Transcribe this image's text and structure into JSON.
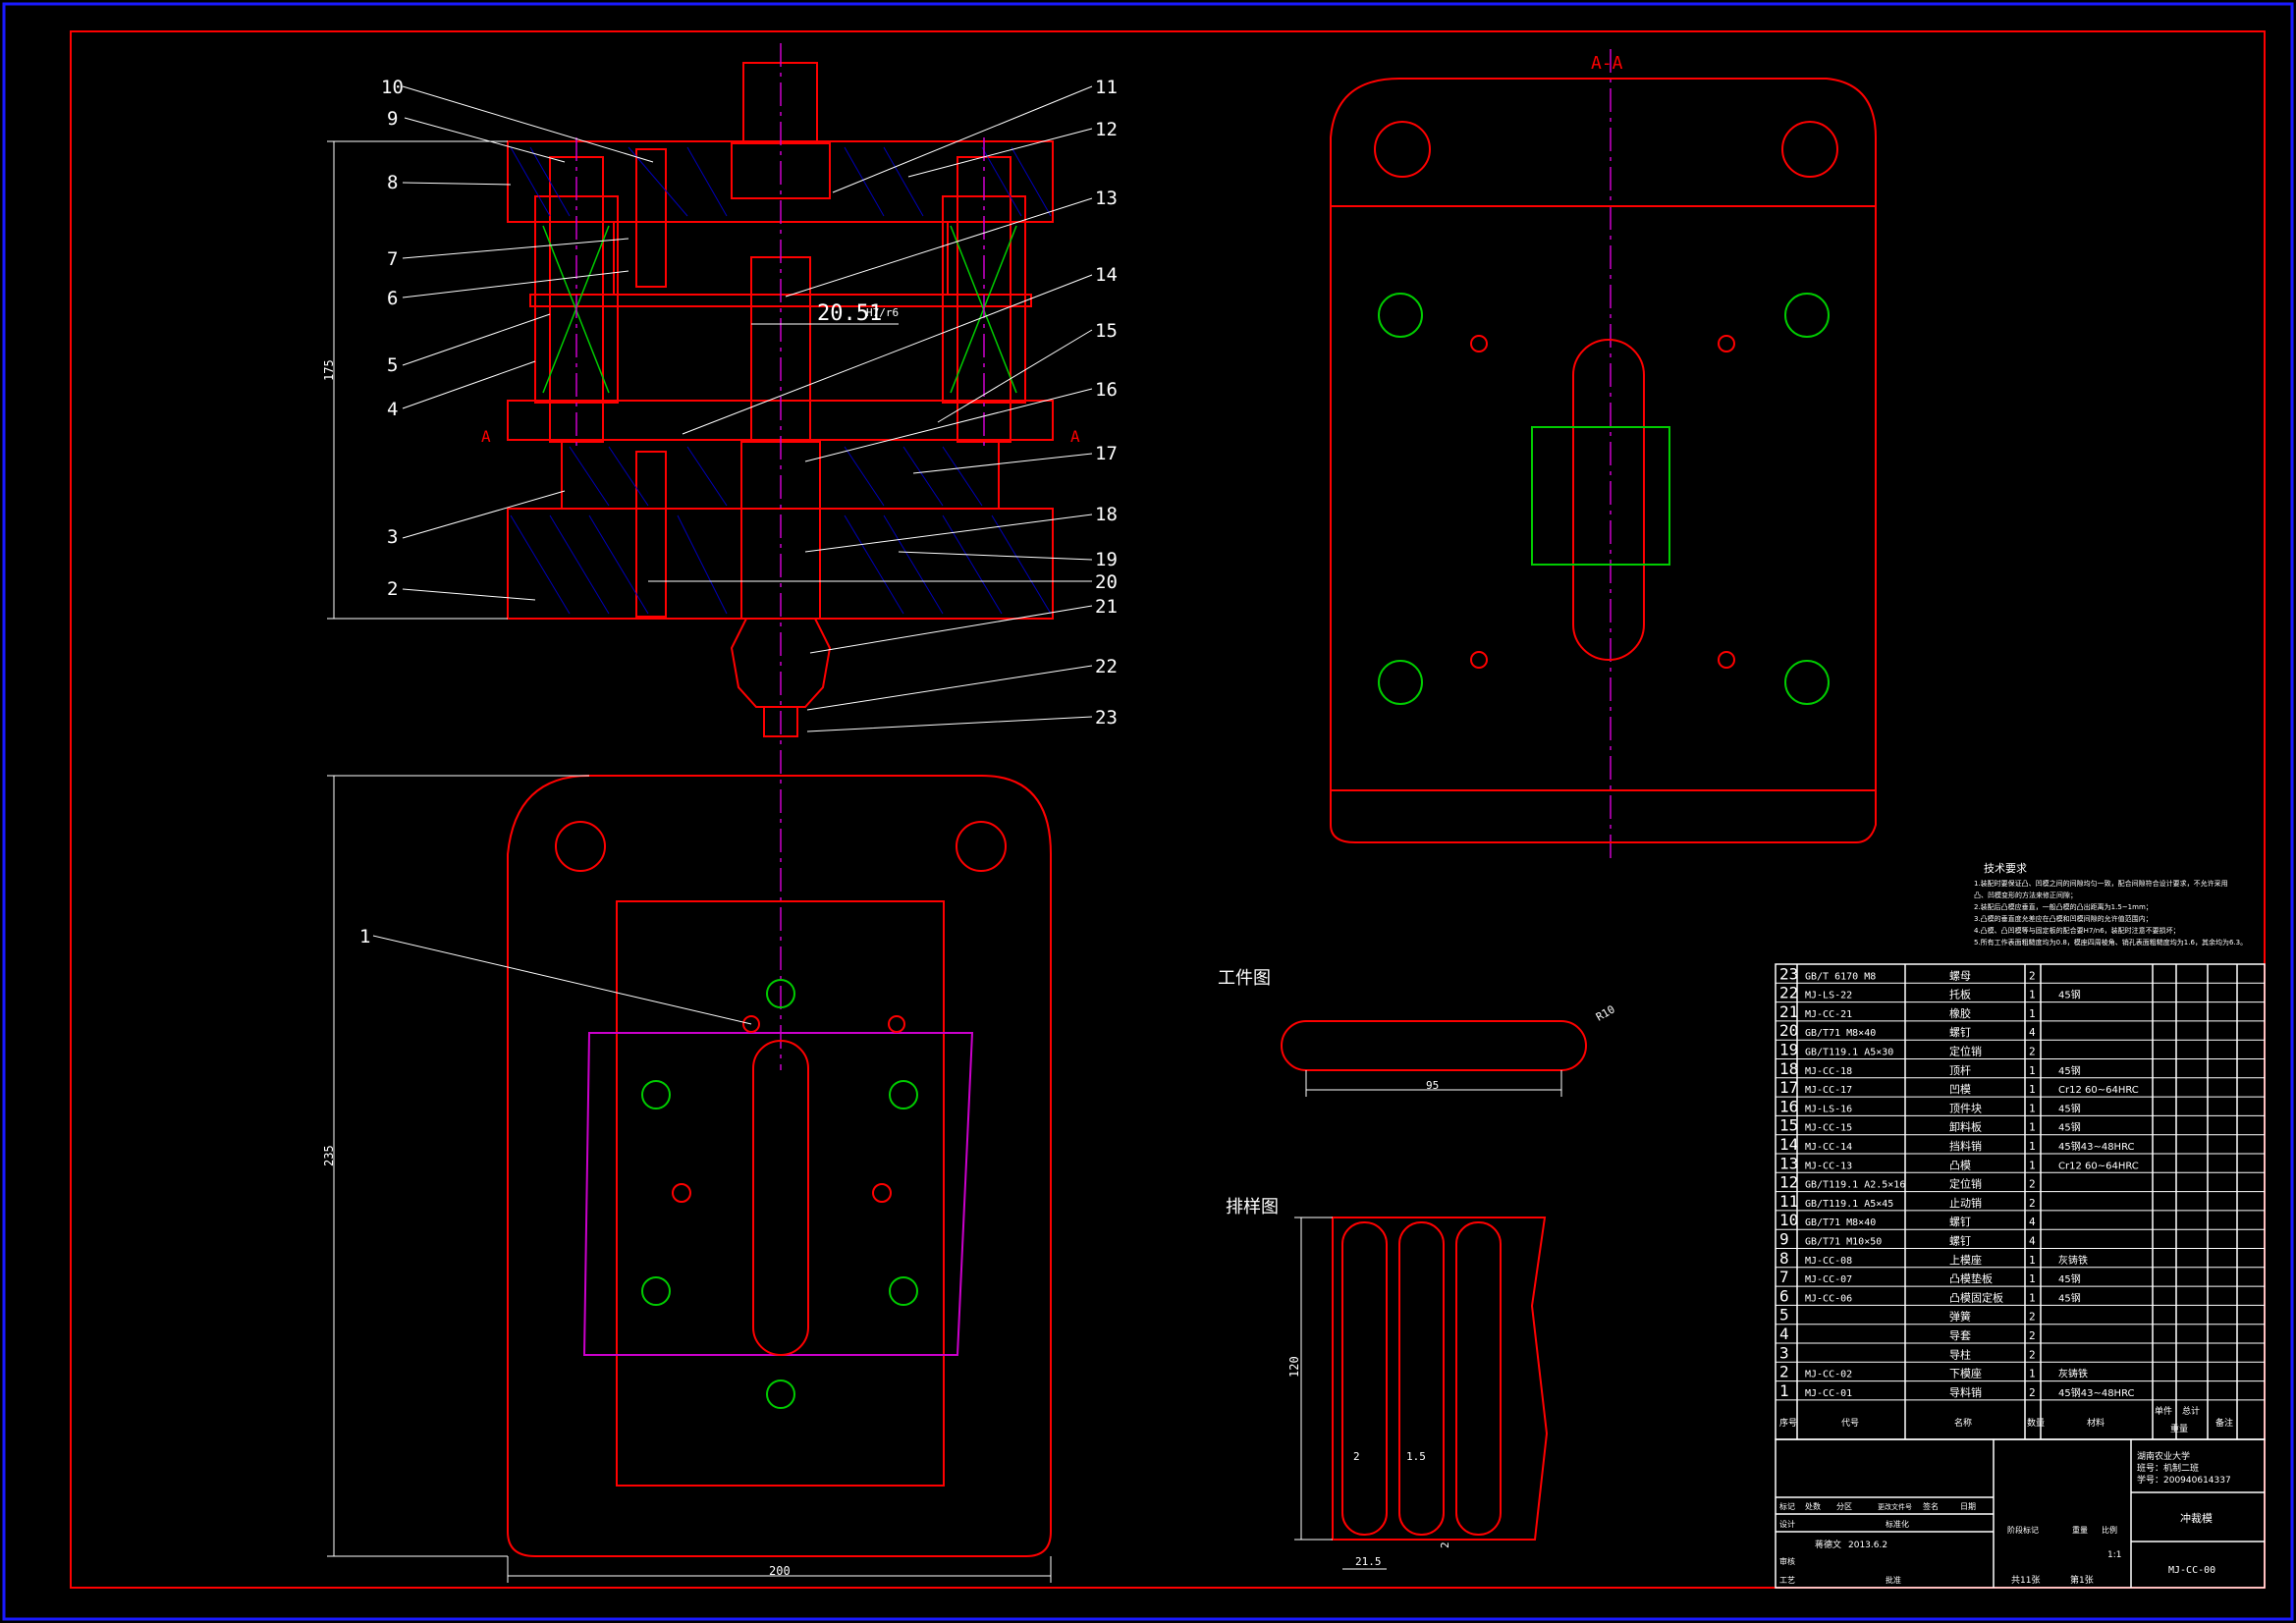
{
  "balloons": [
    "1",
    "2",
    "3",
    "4",
    "5",
    "6",
    "7",
    "8",
    "9",
    "10",
    "11",
    "12",
    "13",
    "14",
    "15",
    "16",
    "17",
    "18",
    "19",
    "20",
    "21",
    "22",
    "23"
  ],
  "section_label": "A-A",
  "section_marker": "A",
  "dims": {
    "height_175": "175",
    "dia_20_51": "20.51",
    "fit_tol": "H7/r6",
    "height_235": "235",
    "width_200": "200",
    "workpiece_len": "95",
    "workpiece_r": "R10",
    "strip_w": "120",
    "gap_2": "2",
    "gap_1_5": "1.5",
    "pitch": "21.5",
    "edge_2": "2"
  },
  "workpiece_title": "工件图",
  "layout_title": "排样图",
  "tech_title": "技术要求",
  "tech_lines": [
    "1.装配时要保证凸、凹模之间的间隙均匀一致，配合间隙符合设计要求，不允许采用",
    "  凸、凹模变形的方法来修正间隙；",
    "2.装配后凸模应垂直，一般凸模的凸出距离为1.5~1mm；",
    "3.凸模的垂直度允差应在凸模和凹模间隙的允许值范围内；",
    "4.凸模、凸凹模等与固定板的配合要H7/n6，装配时注意不要损坏；",
    "5.所有工作表面粗糙度均为0.8，模座四周棱角、销孔表面粗糙度均为1.6，其余均为6.3。"
  ],
  "bom_rows": [
    {
      "no": "23",
      "code": "GB/T 6170 M8",
      "name": "螺母",
      "qty": "2",
      "mat": ""
    },
    {
      "no": "22",
      "code": "MJ-LS-22",
      "name": "托板",
      "qty": "1",
      "mat": "45钢"
    },
    {
      "no": "21",
      "code": "MJ-CC-21",
      "name": "橡胶",
      "qty": "1",
      "mat": ""
    },
    {
      "no": "20",
      "code": "GB/T71 M8×40",
      "name": "螺钉",
      "qty": "4",
      "mat": ""
    },
    {
      "no": "19",
      "code": "GB/T119.1 A5×30",
      "name": "定位销",
      "qty": "2",
      "mat": ""
    },
    {
      "no": "18",
      "code": "MJ-CC-18",
      "name": "顶杆",
      "qty": "1",
      "mat": "45钢"
    },
    {
      "no": "17",
      "code": "MJ-CC-17",
      "name": "凹模",
      "qty": "1",
      "mat": "Cr12 60~64HRC"
    },
    {
      "no": "16",
      "code": "MJ-LS-16",
      "name": "顶件块",
      "qty": "1",
      "mat": "45钢"
    },
    {
      "no": "15",
      "code": "MJ-CC-15",
      "name": "卸料板",
      "qty": "1",
      "mat": "45钢"
    },
    {
      "no": "14",
      "code": "MJ-CC-14",
      "name": "挡料销",
      "qty": "1",
      "mat": "45钢43~48HRC"
    },
    {
      "no": "13",
      "code": "MJ-CC-13",
      "name": "凸模",
      "qty": "1",
      "mat": "Cr12 60~64HRC"
    },
    {
      "no": "12",
      "code": "GB/T119.1 A2.5×16",
      "name": "定位销",
      "qty": "2",
      "mat": ""
    },
    {
      "no": "11",
      "code": "GB/T119.1 A5×45",
      "name": "止动销",
      "qty": "2",
      "mat": ""
    },
    {
      "no": "10",
      "code": "GB/T71 M8×40",
      "name": "螺钉",
      "qty": "4",
      "mat": ""
    },
    {
      "no": "9",
      "code": "GB/T71 M10×50",
      "name": "螺钉",
      "qty": "4",
      "mat": ""
    },
    {
      "no": "8",
      "code": "MJ-CC-08",
      "name": "上模座",
      "qty": "1",
      "mat": "灰铸铁"
    },
    {
      "no": "7",
      "code": "MJ-CC-07",
      "name": "凸模垫板",
      "qty": "1",
      "mat": "45钢"
    },
    {
      "no": "6",
      "code": "MJ-CC-06",
      "name": "凸模固定板",
      "qty": "1",
      "mat": "45钢"
    },
    {
      "no": "5",
      "code": "",
      "name": "弹簧",
      "qty": "2",
      "mat": ""
    },
    {
      "no": "4",
      "code": "",
      "name": "导套",
      "qty": "2",
      "mat": ""
    },
    {
      "no": "3",
      "code": "",
      "name": "导柱",
      "qty": "2",
      "mat": ""
    },
    {
      "no": "2",
      "code": "MJ-CC-02",
      "name": "下模座",
      "qty": "1",
      "mat": "灰铸铁"
    },
    {
      "no": "1",
      "code": "MJ-CC-01",
      "name": "导料销",
      "qty": "2",
      "mat": "45钢43~48HRC"
    }
  ],
  "bom_header": {
    "no": "序号",
    "code": "代号",
    "name": "名称",
    "qty": "数量",
    "mat": "材料",
    "unit": "单件",
    "total": "总计",
    "weight": "重量",
    "note": "备注"
  },
  "title_block": {
    "school": "湖南农业大学",
    "class_label": "班号：机制二班",
    "student_id": "学号：200940614337",
    "drawing_name": "冲裁模",
    "drawing_no": "MJ-CC-00",
    "designer": "蒋德文",
    "date": "2013.6.2",
    "scale": "1:1",
    "sheets": "共11张",
    "sheet_no": "第1张",
    "labels": {
      "mark": "标记",
      "count": "处数",
      "zone": "分区",
      "change": "更改文件号",
      "sign": "签名",
      "date": "日期",
      "design": "设计",
      "standard": "标准化",
      "review": "审核",
      "process": "工艺",
      "approve": "批准",
      "stage": "阶段标记",
      "weight": "重量",
      "scale": "比例"
    }
  }
}
